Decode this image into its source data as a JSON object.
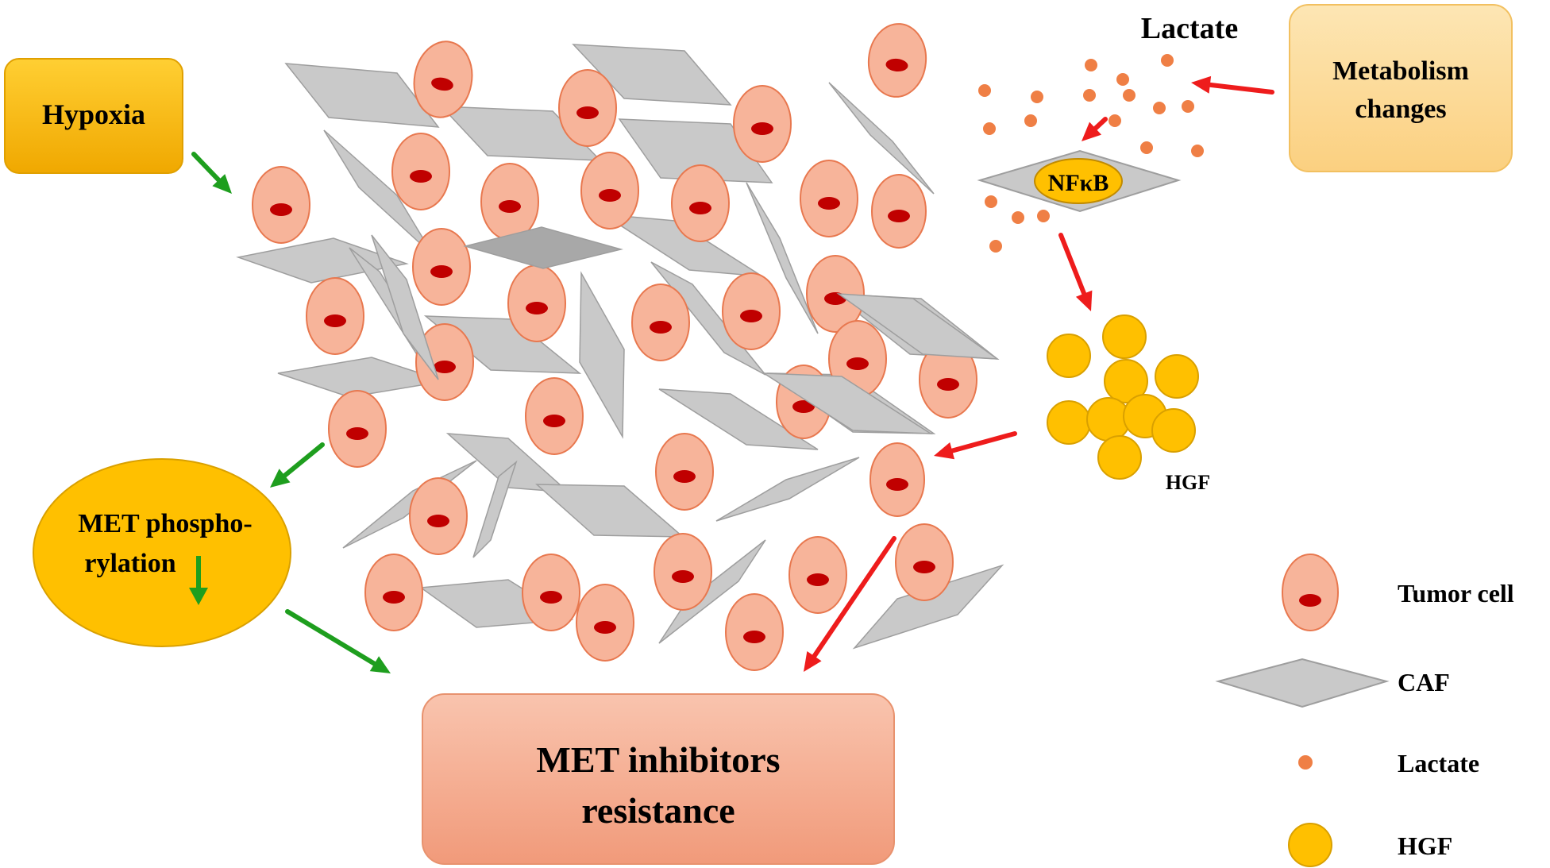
{
  "labels": {
    "hypoxia": "Hypoxia",
    "metabolism_line1": "Metabolism",
    "metabolism_line2": "changes",
    "lactate_title": "Lactate",
    "nfkb": "NFκB",
    "hgf_cluster": "HGF",
    "met_phospho_line1": "MET phospho-",
    "met_phospho_line2": "rylation",
    "resistance_line1": "MET inhibitors",
    "resistance_line2": "resistance"
  },
  "legend": {
    "tumor_cell": "Tumor cell",
    "caf": "CAF",
    "lactate": "Lactate",
    "hgf": "HGF"
  },
  "colors": {
    "tumor_fill": "#f7b49a",
    "tumor_stroke": "#e8784f",
    "nucleus": "#c00000",
    "caf_fill": "#c9c9c9",
    "caf_stroke": "#9e9e9e",
    "caf_dark": "#a8a8a8",
    "lactate": "#ef7f45",
    "hgf_fill": "#ffc000",
    "hgf_stroke": "#d9a000",
    "hypoxia_fill": "#f5b800",
    "metabolism_fill": "#fddc9a",
    "met_phospho_fill": "#ffc000",
    "resistance_fill": "#f6a88a",
    "arrow_red": "#ee1c1c",
    "arrow_green": "#1e9e1e"
  }
}
